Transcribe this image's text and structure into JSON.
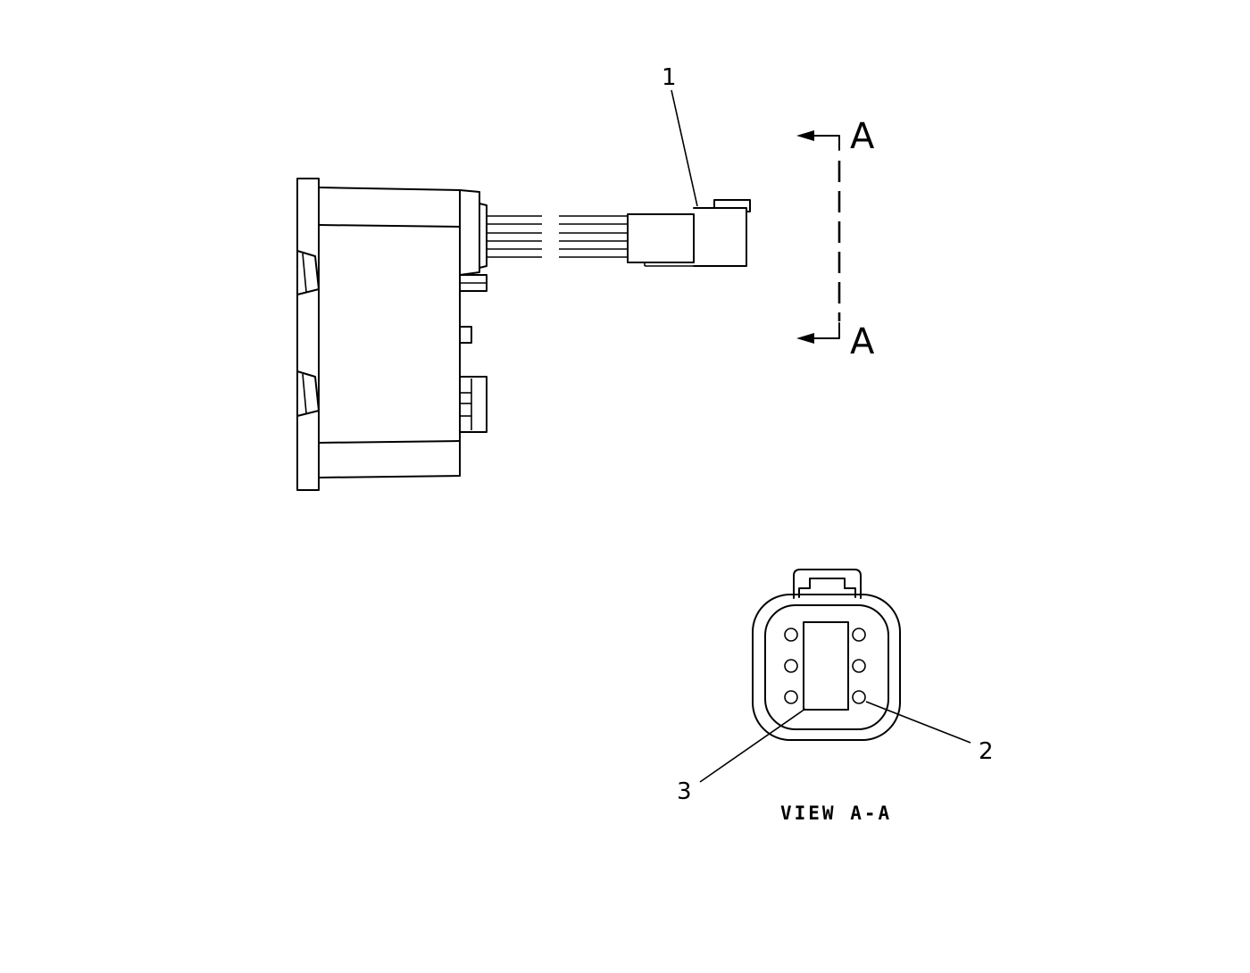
{
  "callouts": {
    "connector_harness": "1",
    "pin_right": "2",
    "pin_left": "3"
  },
  "section_marker": {
    "top_letter": "A",
    "bottom_letter": "A"
  },
  "view_caption": "VIEW A-A"
}
